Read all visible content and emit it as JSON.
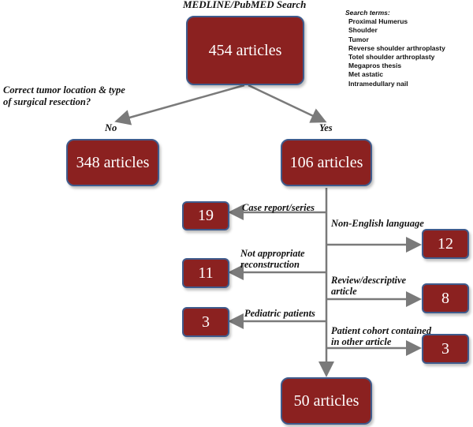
{
  "title": "MEDLINE/PubMED Search",
  "search_terms": {
    "heading": "Search terms:",
    "items": [
      "Proximal Humerus",
      "Shoulder",
      "Tumor",
      "Reverse shoulder arthroplasty",
      "Totel shoulder arthroplasty",
      "Megapros thesis",
      "Met astatic",
      "Intramedullary nail"
    ]
  },
  "boxes": {
    "top": "454 articles",
    "no": "348 articles",
    "yes": "106 articles",
    "final": "50 articles",
    "case_report": "19",
    "non_english": "12",
    "not_appropriate": "11",
    "review": "8",
    "pediatric": "3",
    "cohort": "3"
  },
  "labels": {
    "question_line1": "Correct tumor location & type",
    "question_line2": "of surgical resection?",
    "no": "No",
    "yes": "Yes",
    "case_report": "Case report/series",
    "non_english": "Non-English language",
    "not_appropriate_line1": "Not appropriate",
    "not_appropriate_line2": "reconstruction",
    "review_line1": "Review/descriptive",
    "review_line2": "article",
    "pediatric": "Pediatric patients",
    "cohort_line1": "Patient cohort contained",
    "cohort_line2": "in other article"
  },
  "colors": {
    "box_fill": "#8b2120",
    "box_border": "#3f5b8c",
    "arrow": "#7a7a7a"
  }
}
